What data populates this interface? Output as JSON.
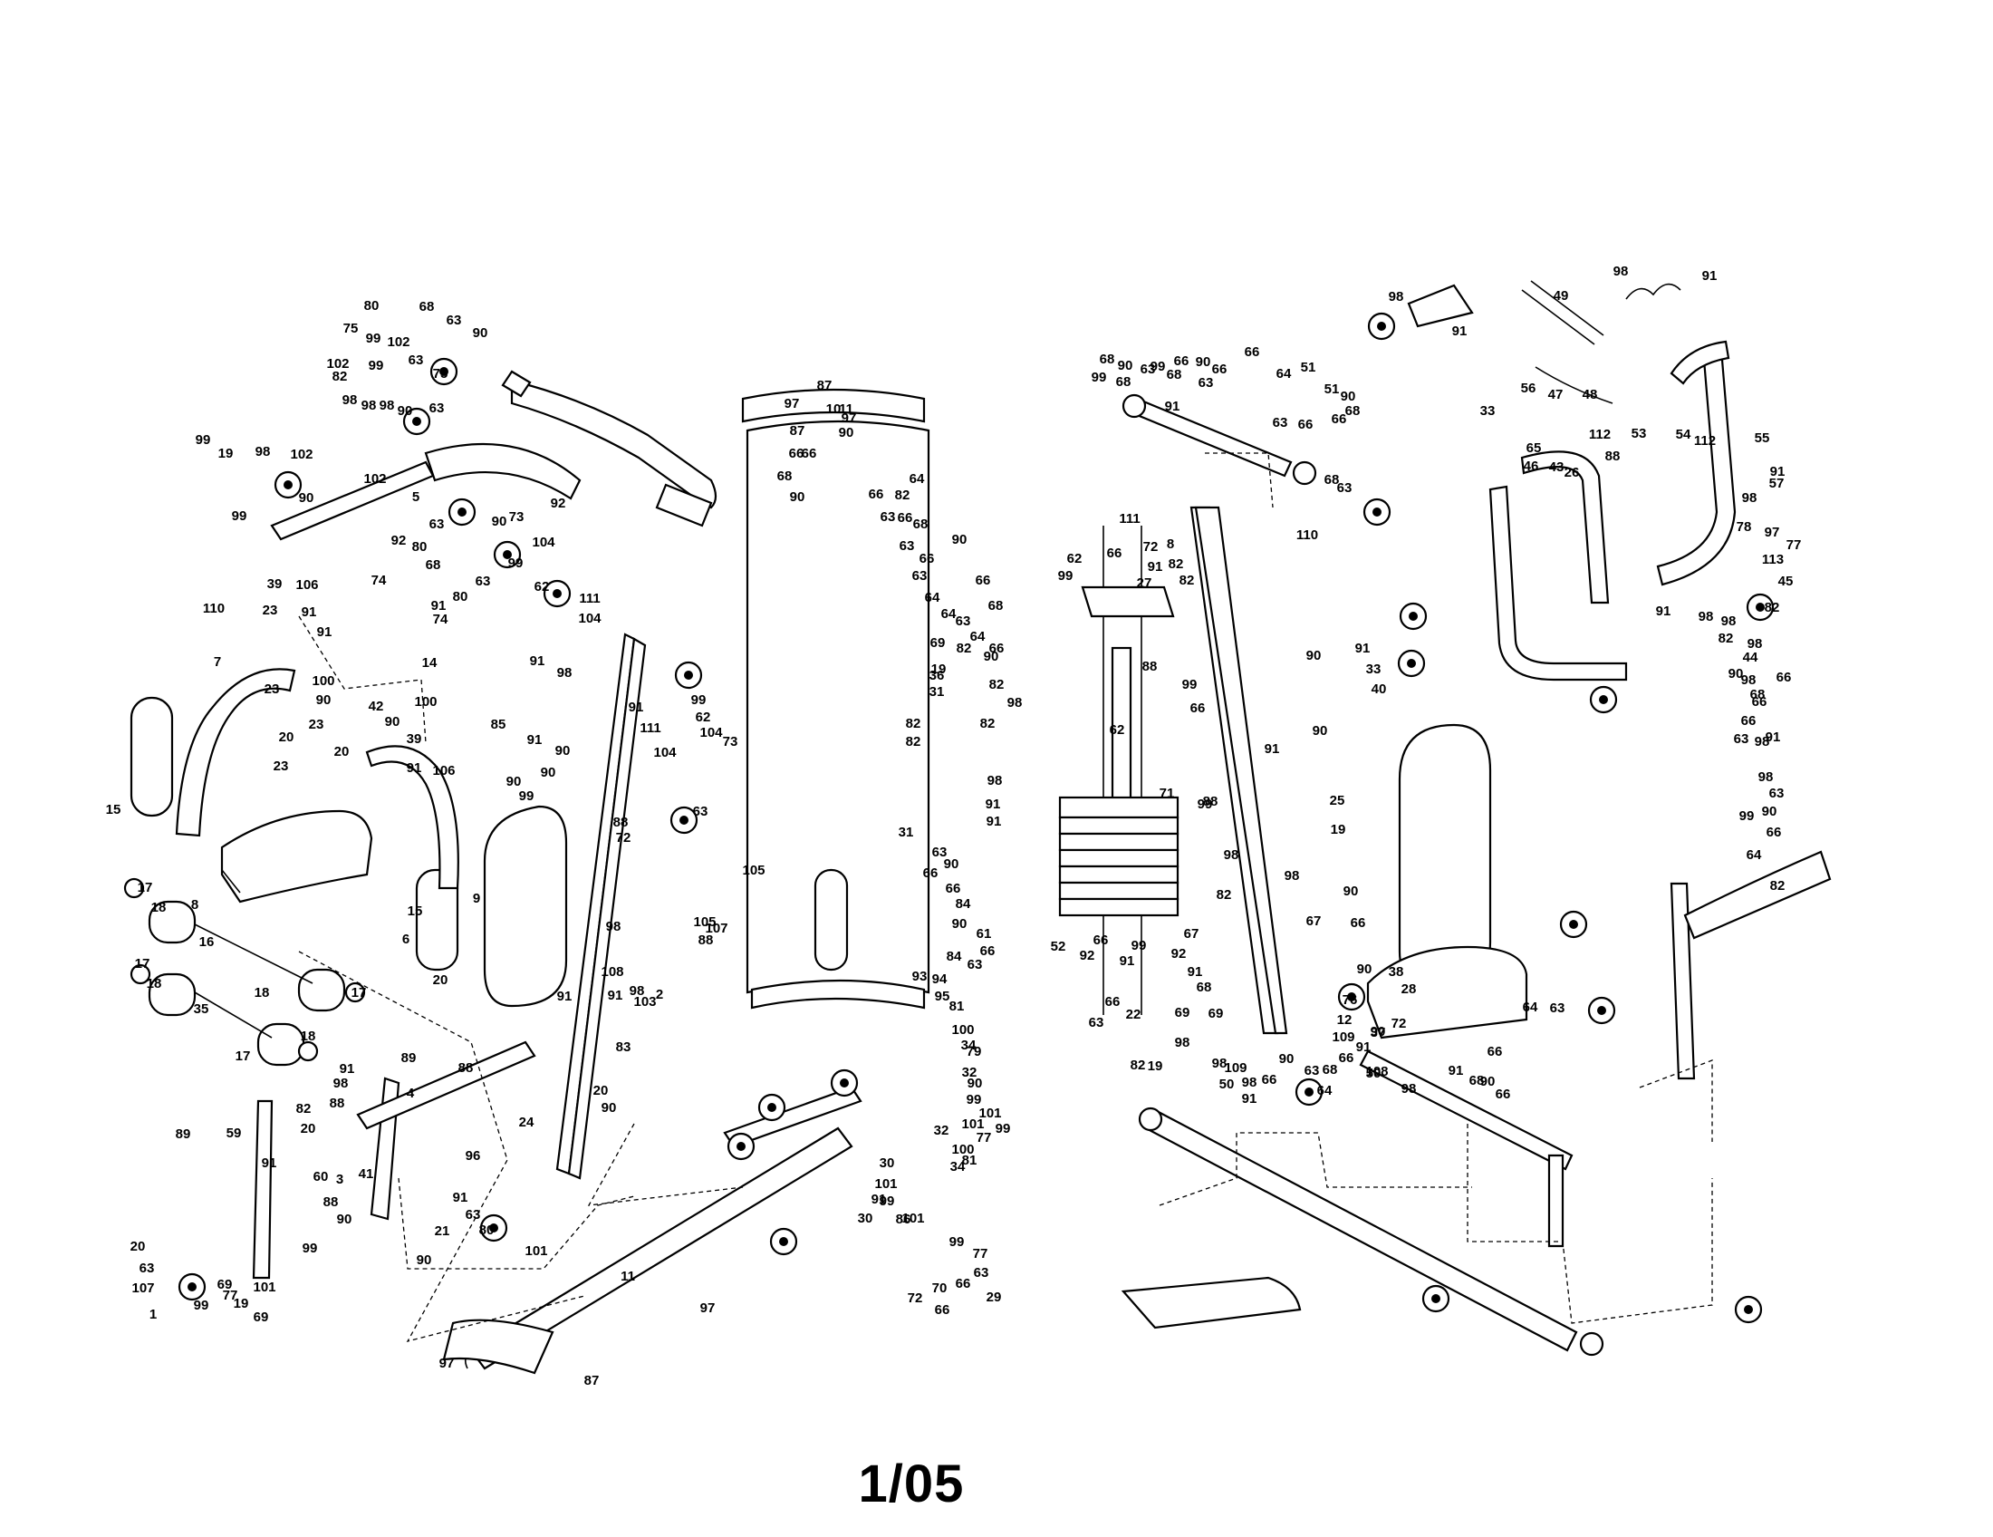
{
  "page_label": "1/05",
  "callouts": [
    "80",
    "68",
    "63",
    "90",
    "75",
    "99",
    "102",
    "63",
    "102",
    "99",
    "82",
    "98",
    "98",
    "98",
    "90",
    "63",
    "75",
    "99",
    "98",
    "102",
    "19",
    "102",
    "99",
    "90",
    "5",
    "92",
    "92",
    "63",
    "90",
    "73",
    "104",
    "80",
    "68",
    "99",
    "63",
    "80",
    "62",
    "91",
    "111",
    "104",
    "110",
    "39",
    "106",
    "91",
    "74",
    "74",
    "91",
    "14",
    "23",
    "7",
    "100",
    "90",
    "42",
    "100",
    "90",
    "23",
    "20",
    "23",
    "20",
    "23",
    "39",
    "91",
    "106",
    "15",
    "8",
    "6",
    "15",
    "20",
    "17",
    "18",
    "16",
    "17",
    "18",
    "18",
    "17",
    "35",
    "18",
    "17",
    "9",
    "91",
    "98",
    "85",
    "91",
    "90",
    "90",
    "91",
    "111",
    "62",
    "99",
    "104",
    "73",
    "104",
    "90",
    "99",
    "105",
    "63",
    "88",
    "72",
    "105",
    "107",
    "88",
    "98",
    "108",
    "103",
    "91",
    "98",
    "2",
    "91",
    "83",
    "20",
    "90",
    "88",
    "89",
    "91",
    "98",
    "88",
    "82",
    "20",
    "24",
    "4",
    "96",
    "89",
    "59",
    "91",
    "3",
    "60",
    "41",
    "88",
    "90",
    "91",
    "63",
    "80",
    "21",
    "90",
    "101",
    "99",
    "20",
    "63",
    "107",
    "101",
    "99",
    "77",
    "1",
    "69",
    "19",
    "69",
    "11",
    "97",
    "97",
    "87",
    "87",
    "10",
    "11",
    "97",
    "97",
    "87",
    "90",
    "66",
    "66",
    "68",
    "90",
    "66",
    "63",
    "82",
    "66",
    "64",
    "68",
    "63",
    "66",
    "90",
    "63",
    "66",
    "64",
    "64",
    "63",
    "68",
    "64",
    "82",
    "90",
    "66",
    "69",
    "19",
    "36",
    "31",
    "82",
    "98",
    "82",
    "82",
    "82",
    "98",
    "91",
    "91",
    "31",
    "63",
    "90",
    "66",
    "66",
    "84",
    "90",
    "61",
    "66",
    "84",
    "63",
    "93",
    "94",
    "95",
    "81",
    "100",
    "34",
    "79",
    "32",
    "90",
    "99",
    "101",
    "101",
    "99",
    "77",
    "32",
    "100",
    "81",
    "34",
    "30",
    "101",
    "99",
    "91",
    "30",
    "86",
    "101",
    "99",
    "77",
    "63",
    "66",
    "29",
    "72",
    "70",
    "66",
    "68",
    "90",
    "63",
    "99",
    "66",
    "68",
    "90",
    "66",
    "63",
    "99",
    "68",
    "91",
    "66",
    "64",
    "51",
    "51",
    "90",
    "68",
    "63",
    "66",
    "66",
    "68",
    "63",
    "110",
    "98",
    "91",
    "49",
    "98",
    "91",
    "33",
    "56",
    "47",
    "48",
    "65",
    "46",
    "43",
    "26",
    "88",
    "112",
    "53",
    "54",
    "112",
    "55",
    "57",
    "91",
    "98",
    "78",
    "97",
    "113",
    "77",
    "45",
    "82",
    "98",
    "82",
    "98",
    "44",
    "98",
    "91",
    "90",
    "98",
    "66",
    "68",
    "66",
    "66",
    "63",
    "98",
    "91",
    "98",
    "63",
    "90",
    "99",
    "66",
    "64",
    "82",
    "66",
    "62",
    "99",
    "111",
    "72",
    "91",
    "8",
    "82",
    "27",
    "82",
    "88",
    "66",
    "99",
    "62",
    "99",
    "71",
    "88",
    "90",
    "91",
    "33",
    "40",
    "90",
    "91",
    "25",
    "19",
    "90",
    "66",
    "98",
    "82",
    "98",
    "67",
    "67",
    "66",
    "99",
    "52",
    "92",
    "92",
    "91",
    "91",
    "68",
    "66",
    "63",
    "22",
    "69",
    "69",
    "19",
    "82",
    "98",
    "98",
    "109",
    "50",
    "98",
    "91",
    "90",
    "66",
    "63",
    "68",
    "66",
    "64",
    "76",
    "12",
    "90",
    "38",
    "28",
    "90",
    "91",
    "72",
    "37",
    "109",
    "108",
    "50",
    "98",
    "91",
    "68",
    "66",
    "90",
    "66",
    "64",
    "63"
  ]
}
